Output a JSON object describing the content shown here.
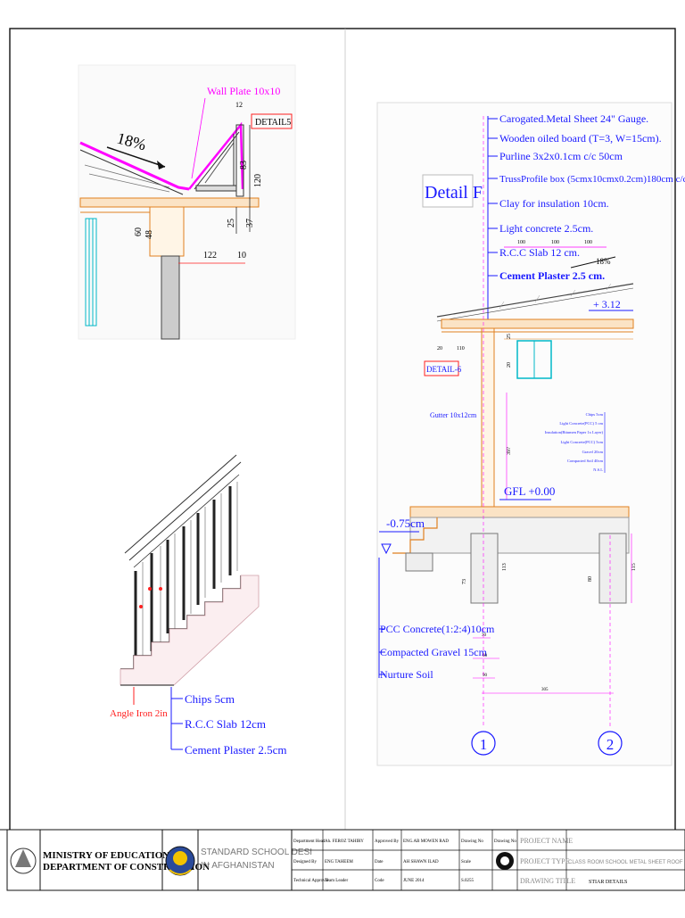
{
  "detail_top_left": {
    "wall_plate": "Wall Plate 10x10",
    "slope": "18%",
    "detail_tag": "DETAIL5",
    "dims": [
      "12",
      "83",
      "120",
      "37",
      "25",
      "60",
      "48",
      "122",
      "10"
    ]
  },
  "detail_f": {
    "title": "Detail F",
    "roof_layers": [
      "Carogated.Metal Sheet 24\" Gauge.",
      "Wooden oiled board (T=3, W=15cm).",
      "Purline 3x2x0.1cm c/c 50cm",
      "TrussProfile box (5cmx10cmx0.2cm)180cm c/c",
      "Clay for insulation 10cm.",
      "Light concrete 2.5cm.",
      "R.C.C Slab 12 cm.",
      "Cement Plaster 2.5 cm."
    ],
    "slope": "18%",
    "top_dims": [
      "100",
      "100",
      "100"
    ],
    "level_top": "+ 3.12",
    "dims_small": [
      "20",
      "110",
      "25",
      "20",
      "397",
      "113",
      "73",
      "80",
      "115",
      "30",
      "60",
      "90",
      "305"
    ],
    "detail_tag": "DETAIL-6",
    "gutter": "Gutter 10x12cm",
    "floor_layers": [
      "Chips 5cm",
      "Light Concrete(PCC) 5 cm",
      "Insulation(Bitumen Paper 1x Layer)",
      "Light Concrete(PCC) 5cm",
      "Gravel 20cm",
      "Compacted Soil 40cm",
      "N.S.L"
    ],
    "gfl": "GFL +0.00",
    "level_bottom": "-0.75cm",
    "foundation_layers": [
      "PCC Concrete(1:2:4)10cm",
      "Compacted Gravel 15cm",
      "Nurture Soil"
    ],
    "axes": [
      "1",
      "2"
    ]
  },
  "stair": {
    "angle_iron": "Angle Iron 2in",
    "layers": [
      "Chips 5cm",
      "R.C.C Slab 12cm",
      "Cement Plaster 2.5cm"
    ]
  },
  "title_block": {
    "ministry": "MINISTRY OF EDUCATION",
    "department": "DEPARTMENT OF CONSTRUCTION",
    "project_line1": "STANDARD SCHOOL DESI",
    "project_line2": "IN AFGHANISTAN",
    "row1": [
      "Department Head",
      "Ah. FEROZ TAHIRY",
      "Approved By",
      "ENG.AB MOWEN RAD",
      "Drawing No",
      "Drawing No",
      "PROJECT NAME"
    ],
    "row2": [
      "Designed By",
      "ENG TAHEEM",
      "Date",
      "AH SHAWN ILAD",
      "Scale",
      "PROJECT TYPE"
    ],
    "row3": [
      "Technical Approval",
      "Team Leader",
      "Code",
      "JUNE 2014",
      "S.0255",
      "DRAWING TITLE"
    ],
    "project_type": "CLASS ROOM SCHOOL METAL SHEET ROOF",
    "drawing_title": "STIAR DETAILS"
  },
  "colors": {
    "blue": "#1a1aff",
    "magenta": "#ff00ff",
    "red": "#ff2020",
    "orange": "#e08020",
    "cyan": "#00b8c8",
    "dark": "#202020"
  }
}
